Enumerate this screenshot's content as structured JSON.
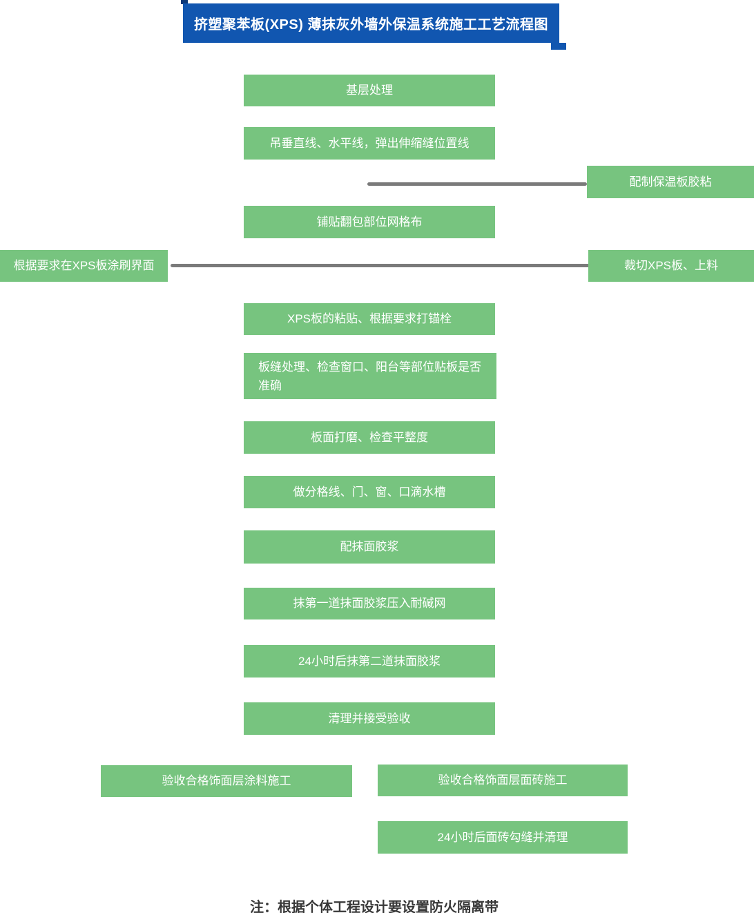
{
  "title": {
    "text": "挤塑聚苯板(XPS) 薄抹灰外墙外保温系统施工工艺流程图"
  },
  "steps": [
    {
      "id": "base-treatment",
      "label": "基层处理"
    },
    {
      "id": "hang-control-lines",
      "label": "吊垂直线、水平线，弹出伸缩缝位置线"
    },
    {
      "id": "prepare-adhesive",
      "label": "配制保温板胶粘"
    },
    {
      "id": "mesh-wrap-parts",
      "label": "铺贴翻包部位网格布"
    },
    {
      "id": "interface-coating",
      "label": "根据要求在XPS板涂刷界面"
    },
    {
      "id": "cut-xps-boards",
      "label": "裁切XPS板、上料"
    },
    {
      "id": "paste-anchor",
      "label": "XPS板的粘贴、根据要求打锚栓"
    },
    {
      "id": "seam-check",
      "label": "板缝处理、检查窗口、阳台等部位贴板是否准确"
    },
    {
      "id": "sanding-flatness",
      "label": "板面打磨、检查平整度"
    },
    {
      "id": "grooves-drip",
      "label": "做分格线、门、窗、口滴水槽"
    },
    {
      "id": "prepare-mortar",
      "label": "配抹面胶浆"
    },
    {
      "id": "first-coat-mesh",
      "label": "抹第一道抹面胶浆压入耐碱网"
    },
    {
      "id": "second-coat",
      "label": "24小时后抹第二道抹面胶浆"
    },
    {
      "id": "clean-accept",
      "label": "清理并接受验收"
    },
    {
      "id": "paint-finish",
      "label": "验收合格饰面层涂料施工"
    },
    {
      "id": "tile-finish",
      "label": "验收合格饰面层面砖施工"
    },
    {
      "id": "tile-grout-clean",
      "label": "24小时后面砖勾缝并清理"
    }
  ],
  "note": {
    "text": "注：根据个体工程设计要设置防火隔离带"
  },
  "colors": {
    "box_green": "#77c47f",
    "title_blue": "#1156b0",
    "title_dark_blue": "#0a3778",
    "connector_gray": "#7a7a7a",
    "box_text": "#ffffff",
    "note_text": "#383838"
  }
}
